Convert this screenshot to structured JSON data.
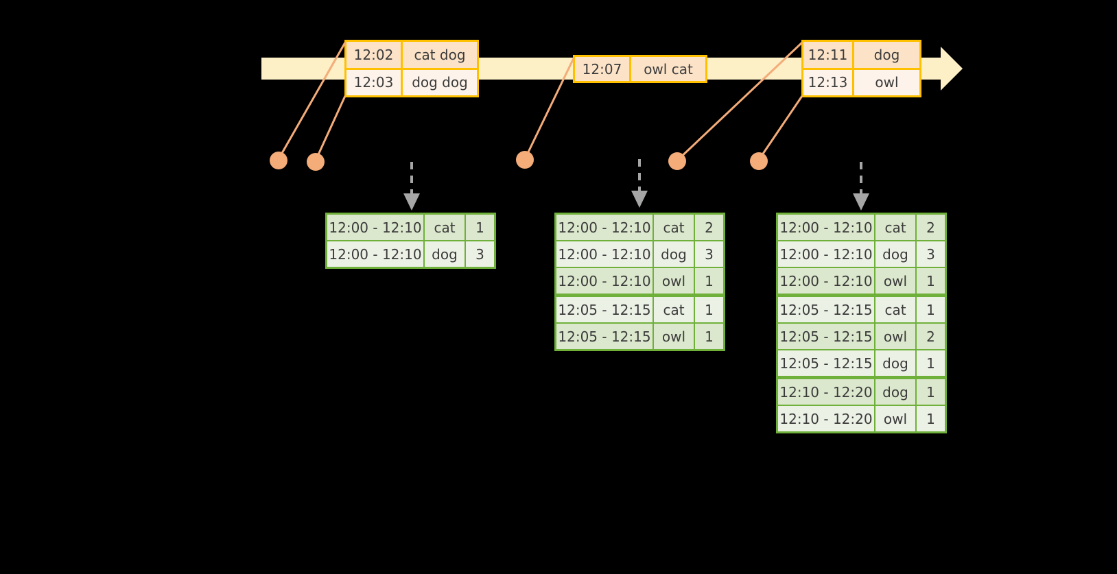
{
  "colors": {
    "background": "#000000",
    "timeline_fill": "#FDEFC6",
    "event_border": "#FFC000",
    "event_shade": "#FCE3C8",
    "event_light": "#FDF3EA",
    "connector": "#F4AC79",
    "table_border": "#6FB03A",
    "table_row_a": "#DCE8CD",
    "table_row_b": "#ECF1E6",
    "arrow_gray": "#A6A6A6"
  },
  "timeline": {
    "name": "event-stream-timeline",
    "events": [
      {
        "group": "events-group-1",
        "rows": [
          {
            "time": "12:02",
            "words": "cat dog"
          },
          {
            "time": "12:03",
            "words": "dog dog"
          }
        ]
      },
      {
        "group": "events-group-2",
        "rows": [
          {
            "time": "12:07",
            "words": "owl cat"
          }
        ]
      },
      {
        "group": "events-group-3",
        "rows": [
          {
            "time": "12:11",
            "words": "dog"
          },
          {
            "time": "12:13",
            "words": "owl"
          }
        ]
      }
    ]
  },
  "markers": [
    {
      "name": "event-marker-1"
    },
    {
      "name": "event-marker-2"
    },
    {
      "name": "event-marker-3"
    },
    {
      "name": "event-marker-4"
    },
    {
      "name": "event-marker-5"
    }
  ],
  "results": {
    "columns": [
      "window",
      "word",
      "count"
    ],
    "tables": [
      {
        "name": "result-table-1",
        "rows": [
          {
            "window": "12:00 - 12:10",
            "word": "cat",
            "count": "1"
          },
          {
            "window": "12:00 - 12:10",
            "word": "dog",
            "count": "3"
          }
        ]
      },
      {
        "name": "result-table-2",
        "rows": [
          {
            "window": "12:00 - 12:10",
            "word": "cat",
            "count": "2"
          },
          {
            "window": "12:00 - 12:10",
            "word": "dog",
            "count": "3"
          },
          {
            "window": "12:00 - 12:10",
            "word": "owl",
            "count": "1"
          },
          {
            "window": "12:05 - 12:15",
            "word": "cat",
            "count": "1"
          },
          {
            "window": "12:05 - 12:15",
            "word": "owl",
            "count": "1"
          }
        ]
      },
      {
        "name": "result-table-3",
        "rows": [
          {
            "window": "12:00 - 12:10",
            "word": "cat",
            "count": "2"
          },
          {
            "window": "12:00 - 12:10",
            "word": "dog",
            "count": "3"
          },
          {
            "window": "12:00 - 12:10",
            "word": "owl",
            "count": "1"
          },
          {
            "window": "12:05 - 12:15",
            "word": "cat",
            "count": "1"
          },
          {
            "window": "12:05 - 12:15",
            "word": "owl",
            "count": "2"
          },
          {
            "window": "12:05 - 12:15",
            "word": "dog",
            "count": "1"
          },
          {
            "window": "12:10 - 12:20",
            "word": "dog",
            "count": "1"
          },
          {
            "window": "12:10 - 12:20",
            "word": "owl",
            "count": "1"
          }
        ]
      }
    ]
  }
}
